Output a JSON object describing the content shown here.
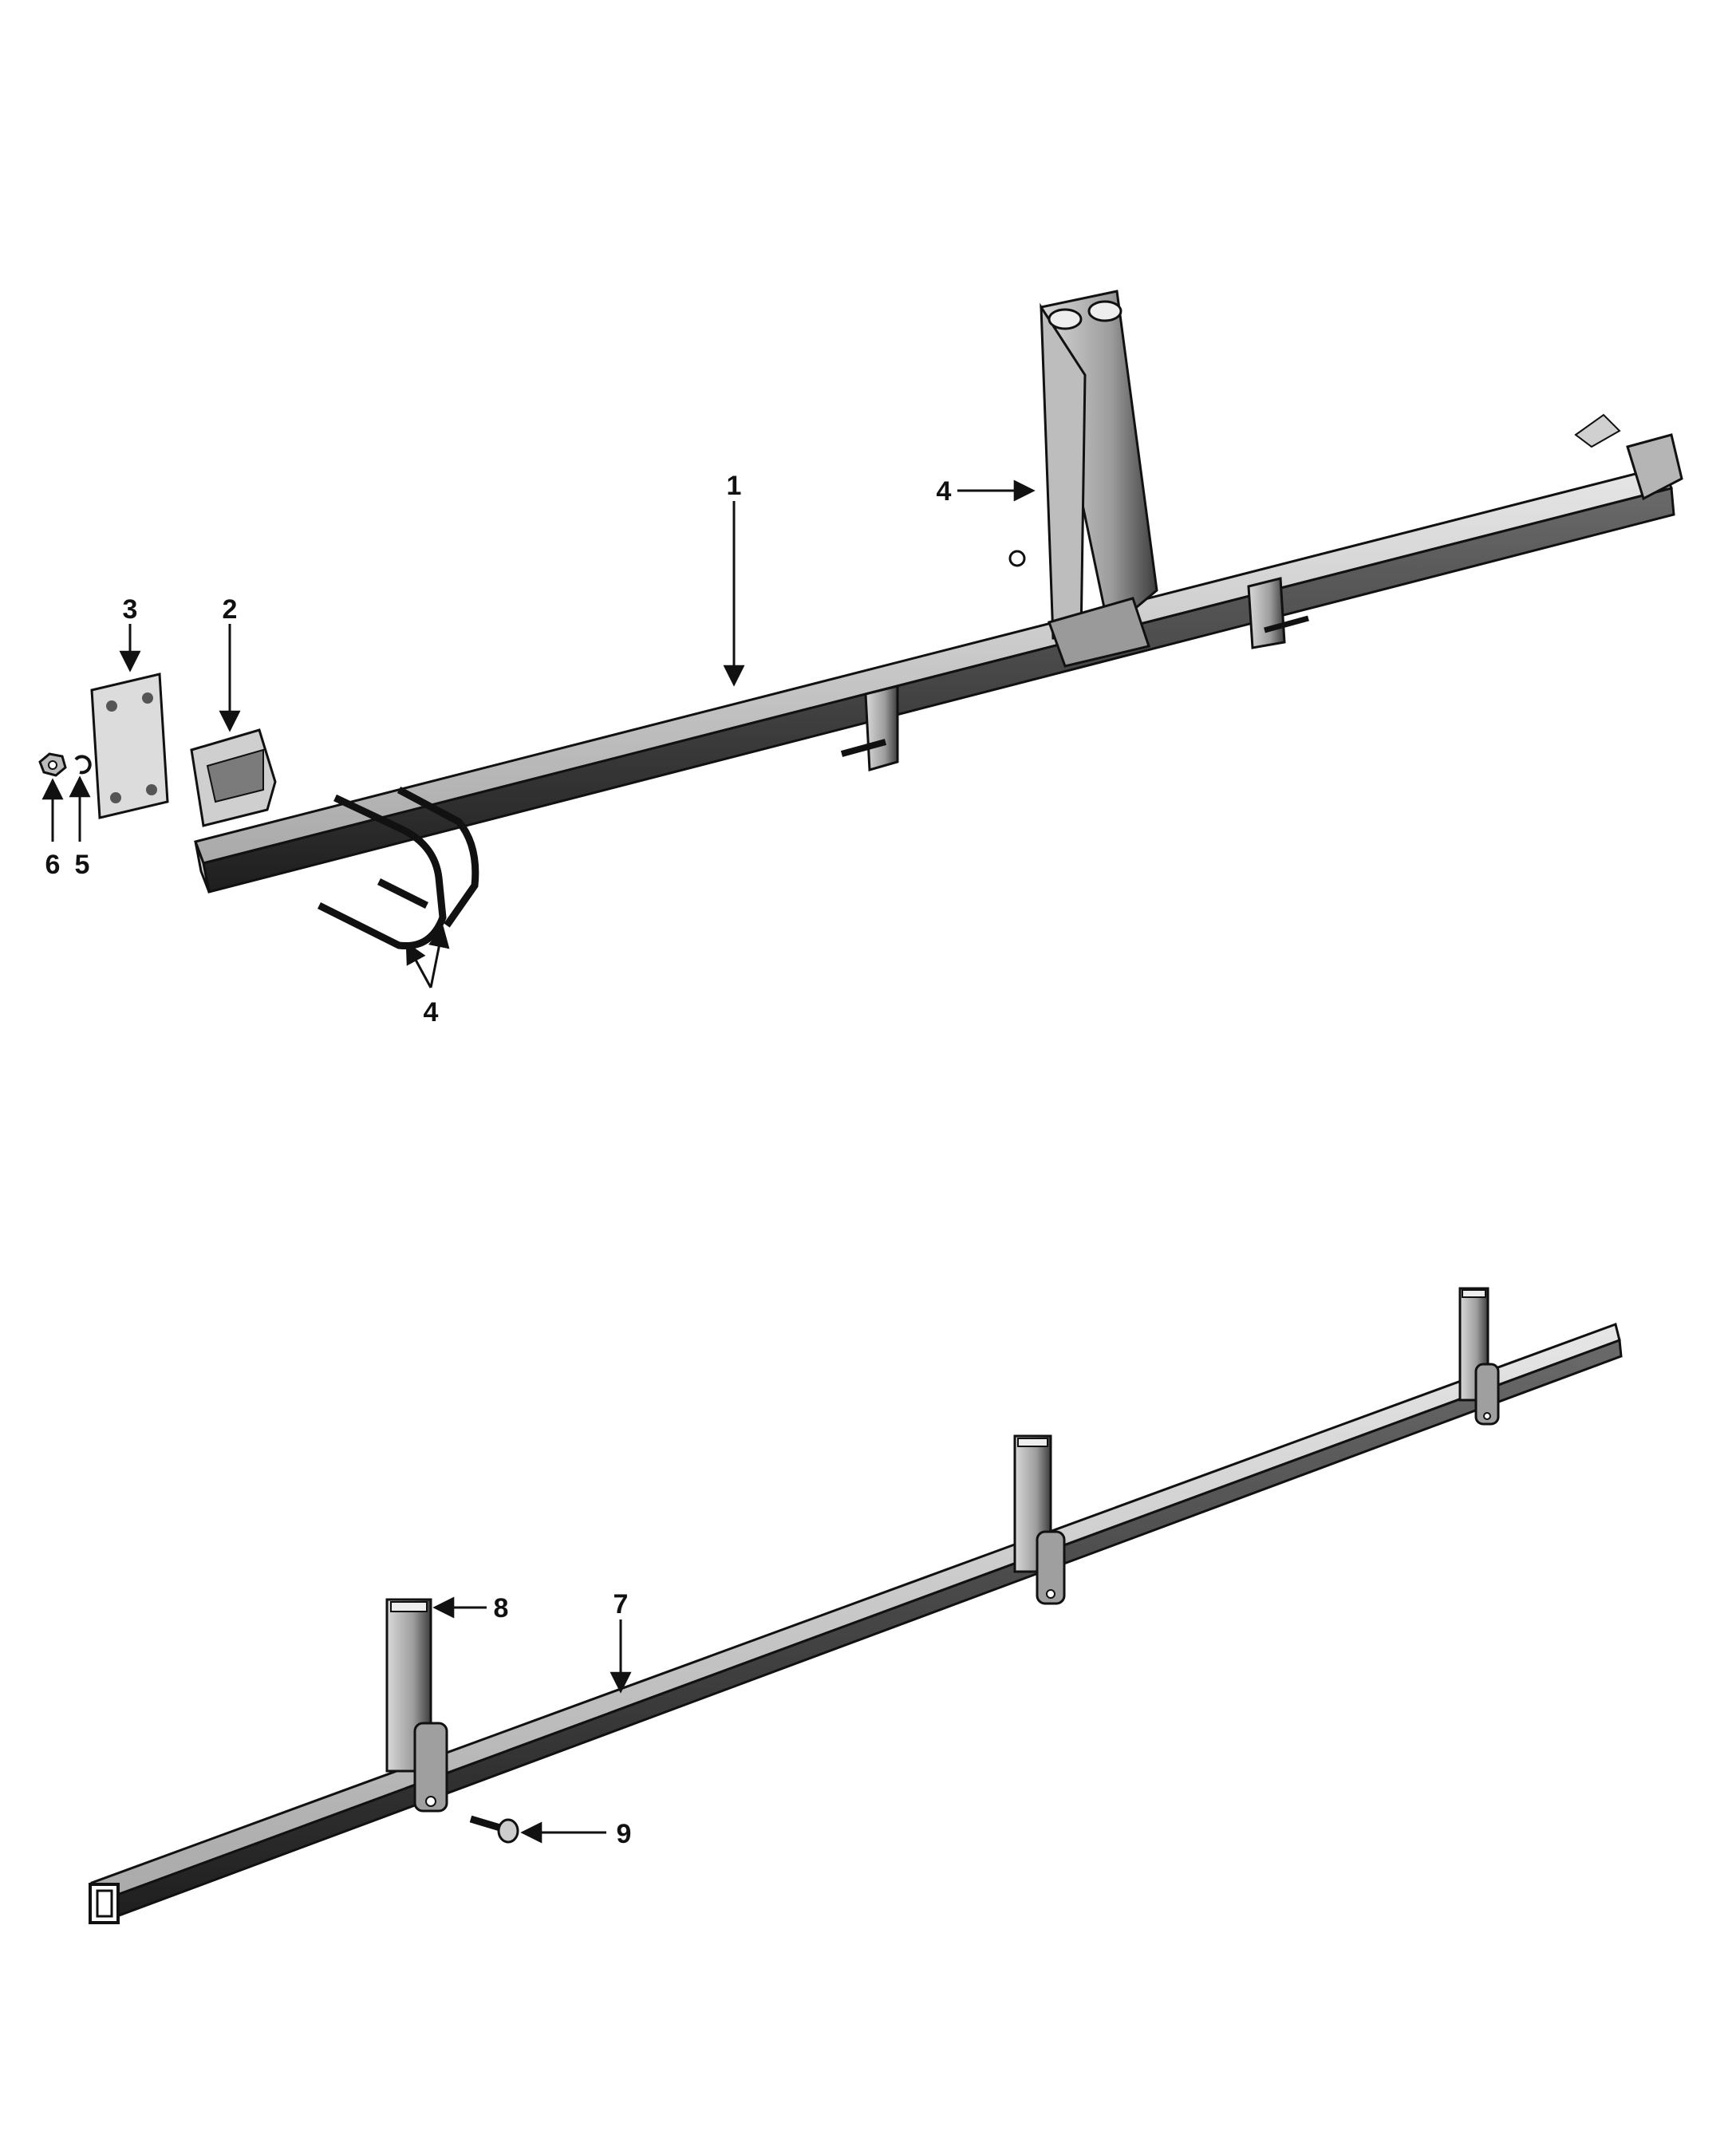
{
  "diagram": {
    "callouts": {
      "c1": "1",
      "c2": "2",
      "c3": "3",
      "c4_top": "4",
      "c4_bottom": "4",
      "c5": "5",
      "c6": "6",
      "c7": "7",
      "c8": "8",
      "c9": "9"
    }
  },
  "colors": {
    "ink": "#111111",
    "metal_light": "#d8d8d8",
    "metal_mid": "#a8a8a8",
    "metal_dark": "#3a3a3a",
    "paper": "#ffffff"
  }
}
